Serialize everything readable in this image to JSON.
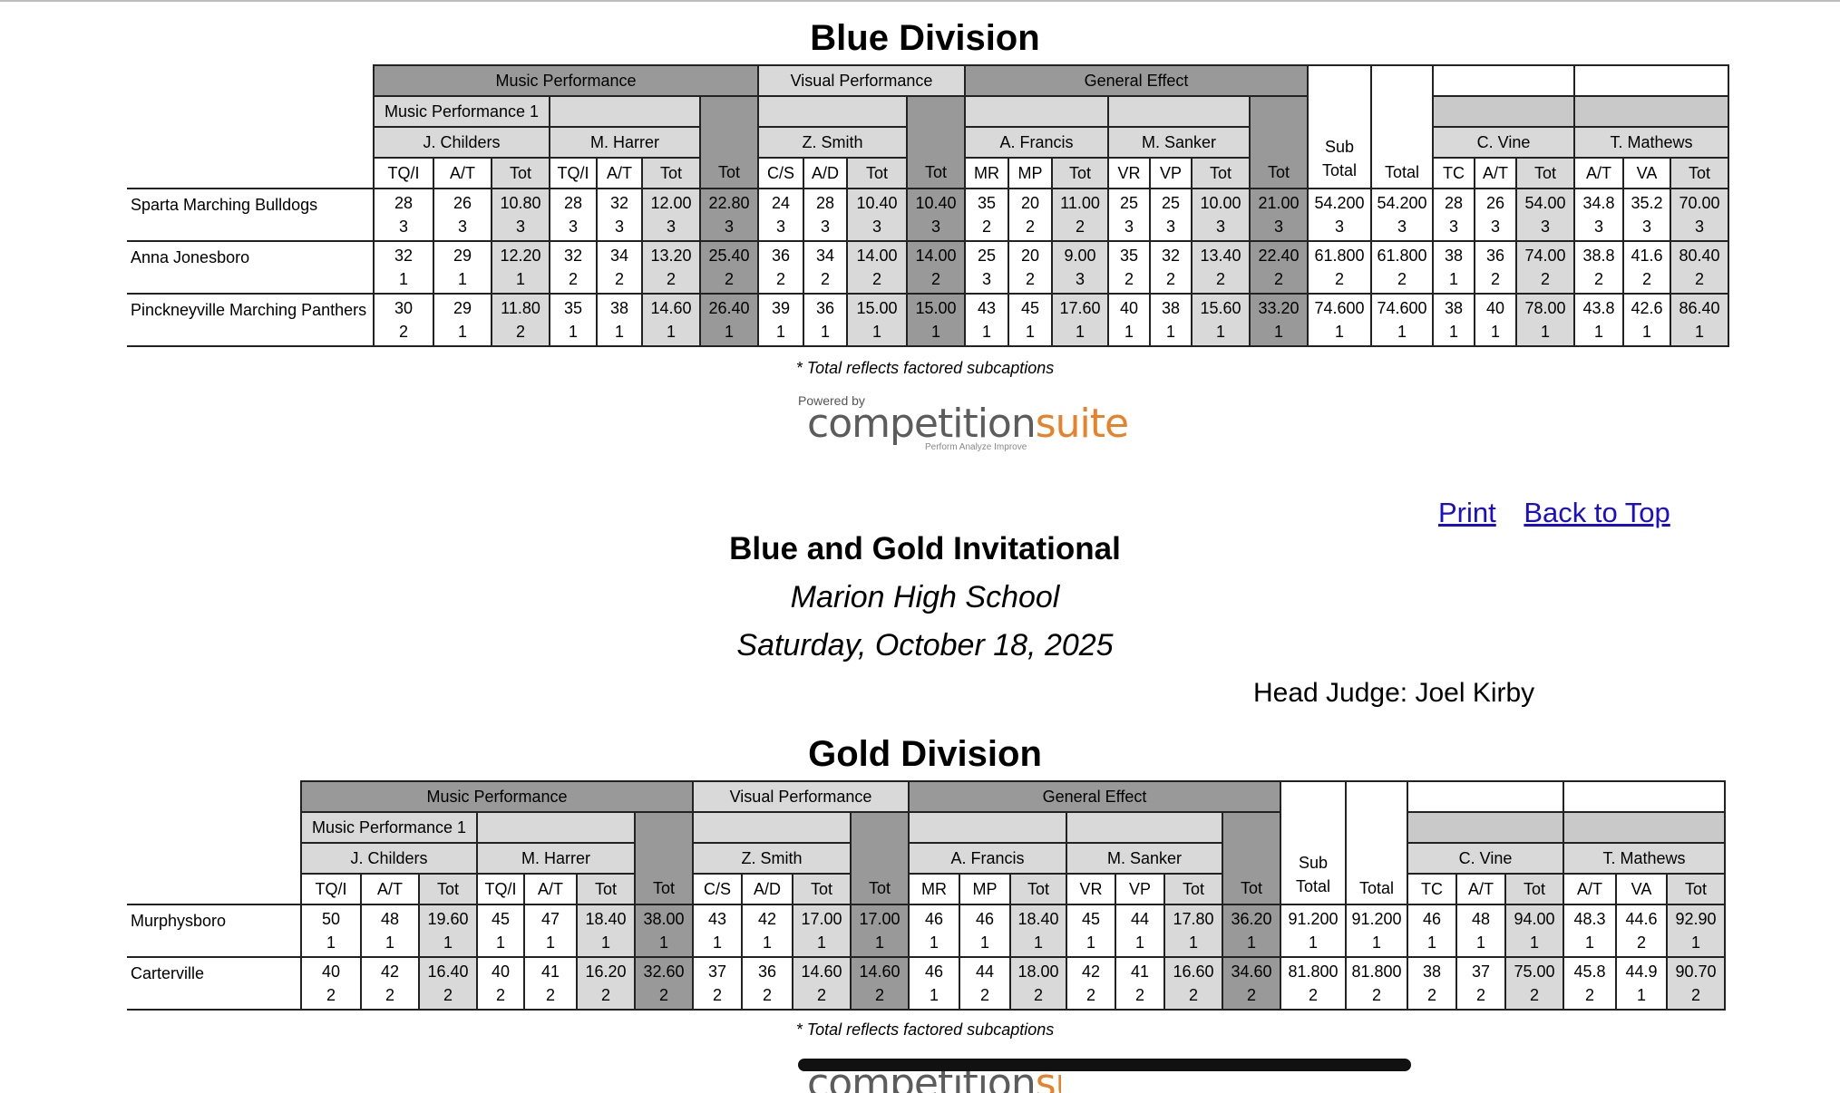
{
  "blue": {
    "title": "Blue Division",
    "hdr": {
      "music": "Music Performance",
      "visual": "Visual Performance",
      "ge": "General Effect",
      "mp1": "Music Performance 1",
      "childers": "J. Childers",
      "harrer": "M. Harrer",
      "smith": "Z. Smith",
      "francis": "A. Francis",
      "sanker": "M. Sanker",
      "vine": "C. Vine",
      "mathews": "T. Mathews",
      "sub_total": "Sub Total",
      "total": "Total",
      "c_tqi1": "TQ/I",
      "c_at1": "A/T",
      "c_tot1": "Tot",
      "c_tqi2": "TQ/I",
      "c_at2": "A/T",
      "c_tot2": "Tot",
      "c_mtot": "Tot",
      "c_cs": "C/S",
      "c_ad": "A/D",
      "c_tot3": "Tot",
      "c_vtot": "Tot",
      "c_mr": "MR",
      "c_mp": "MP",
      "c_tot4": "Tot",
      "c_vr": "VR",
      "c_vp": "VP",
      "c_tot5": "Tot",
      "c_getot": "Tot",
      "c_tc": "TC",
      "c_at3": "A/T",
      "c_tot6": "Tot",
      "c_at4": "A/T",
      "c_va": "VA",
      "c_tot7": "Tot"
    },
    "rows": [
      {
        "name": "Sparta Marching Bulldogs",
        "cells": [
          [
            "28",
            "3"
          ],
          [
            "26",
            "3"
          ],
          [
            "10.80",
            "3"
          ],
          [
            "28",
            "3"
          ],
          [
            "32",
            "3"
          ],
          [
            "12.00",
            "3"
          ],
          [
            "22.80",
            "3"
          ],
          [
            "24",
            "3"
          ],
          [
            "28",
            "3"
          ],
          [
            "10.40",
            "3"
          ],
          [
            "10.40",
            "3"
          ],
          [
            "35",
            "2"
          ],
          [
            "20",
            "2"
          ],
          [
            "11.00",
            "2"
          ],
          [
            "25",
            "3"
          ],
          [
            "25",
            "3"
          ],
          [
            "10.00",
            "3"
          ],
          [
            "21.00",
            "3"
          ],
          [
            "54.200",
            "3"
          ],
          [
            "54.200",
            "3"
          ],
          [
            "28",
            "3"
          ],
          [
            "26",
            "3"
          ],
          [
            "54.00",
            "3"
          ],
          [
            "34.8",
            "3"
          ],
          [
            "35.2",
            "3"
          ],
          [
            "70.00",
            "3"
          ]
        ]
      },
      {
        "name": "Anna Jonesboro",
        "cells": [
          [
            "32",
            "1"
          ],
          [
            "29",
            "1"
          ],
          [
            "12.20",
            "1"
          ],
          [
            "32",
            "2"
          ],
          [
            "34",
            "2"
          ],
          [
            "13.20",
            "2"
          ],
          [
            "25.40",
            "2"
          ],
          [
            "36",
            "2"
          ],
          [
            "34",
            "2"
          ],
          [
            "14.00",
            "2"
          ],
          [
            "14.00",
            "2"
          ],
          [
            "25",
            "3"
          ],
          [
            "20",
            "2"
          ],
          [
            "9.00",
            "3"
          ],
          [
            "35",
            "2"
          ],
          [
            "32",
            "2"
          ],
          [
            "13.40",
            "2"
          ],
          [
            "22.40",
            "2"
          ],
          [
            "61.800",
            "2"
          ],
          [
            "61.800",
            "2"
          ],
          [
            "38",
            "1"
          ],
          [
            "36",
            "2"
          ],
          [
            "74.00",
            "2"
          ],
          [
            "38.8",
            "2"
          ],
          [
            "41.6",
            "2"
          ],
          [
            "80.40",
            "2"
          ]
        ]
      },
      {
        "name": "Pinckneyville Marching Panthers",
        "cells": [
          [
            "30",
            "2"
          ],
          [
            "29",
            "1"
          ],
          [
            "11.80",
            "2"
          ],
          [
            "35",
            "1"
          ],
          [
            "38",
            "1"
          ],
          [
            "14.60",
            "1"
          ],
          [
            "26.40",
            "1"
          ],
          [
            "39",
            "1"
          ],
          [
            "36",
            "1"
          ],
          [
            "15.00",
            "1"
          ],
          [
            "15.00",
            "1"
          ],
          [
            "43",
            "1"
          ],
          [
            "45",
            "1"
          ],
          [
            "17.60",
            "1"
          ],
          [
            "40",
            "1"
          ],
          [
            "38",
            "1"
          ],
          [
            "15.60",
            "1"
          ],
          [
            "33.20",
            "1"
          ],
          [
            "74.600",
            "1"
          ],
          [
            "74.600",
            "1"
          ],
          [
            "38",
            "1"
          ],
          [
            "40",
            "1"
          ],
          [
            "78.00",
            "1"
          ],
          [
            "43.8",
            "1"
          ],
          [
            "42.6",
            "1"
          ],
          [
            "86.40",
            "1"
          ]
        ]
      }
    ],
    "note": "* Total reflects factored subcaptions"
  },
  "logo": {
    "powered_by": "Powered by",
    "word1": "competition",
    "word2": "suite",
    "tagline": "Perform Analyze Improve",
    "brand_color": "#e8822a"
  },
  "links": {
    "print": "Print",
    "back_to_top": "Back to Top",
    "link_color": "#1a0dcc"
  },
  "event": {
    "title": "Blue and Gold Invitational",
    "venue": "Marion High School",
    "date": "Saturday, October 18, 2025",
    "head_judge": "Head Judge: Joel Kirby"
  },
  "gold": {
    "title": "Gold Division",
    "hdr": {
      "music": "Music Performance",
      "visual": "Visual Performance",
      "ge": "General Effect",
      "mp1": "Music Performance 1",
      "childers": "J. Childers",
      "harrer": "M. Harrer",
      "smith": "Z. Smith",
      "francis": "A. Francis",
      "sanker": "M. Sanker",
      "vine": "C. Vine",
      "mathews": "T. Mathews",
      "sub_total": "Sub Total",
      "total": "Total",
      "c_tqi1": "TQ/I",
      "c_at1": "A/T",
      "c_tot1": "Tot",
      "c_tqi2": "TQ/I",
      "c_at2": "A/T",
      "c_tot2": "Tot",
      "c_mtot": "Tot",
      "c_cs": "C/S",
      "c_ad": "A/D",
      "c_tot3": "Tot",
      "c_vtot": "Tot",
      "c_mr": "MR",
      "c_mp": "MP",
      "c_tot4": "Tot",
      "c_vr": "VR",
      "c_vp": "VP",
      "c_tot5": "Tot",
      "c_getot": "Tot",
      "c_tc": "TC",
      "c_at3": "A/T",
      "c_tot6": "Tot",
      "c_at4": "A/T",
      "c_va": "VA",
      "c_tot7": "Tot"
    },
    "rows": [
      {
        "name": "Murphysboro",
        "cells": [
          [
            "50",
            "1"
          ],
          [
            "48",
            "1"
          ],
          [
            "19.60",
            "1"
          ],
          [
            "45",
            "1"
          ],
          [
            "47",
            "1"
          ],
          [
            "18.40",
            "1"
          ],
          [
            "38.00",
            "1"
          ],
          [
            "43",
            "1"
          ],
          [
            "42",
            "1"
          ],
          [
            "17.00",
            "1"
          ],
          [
            "17.00",
            "1"
          ],
          [
            "46",
            "1"
          ],
          [
            "46",
            "1"
          ],
          [
            "18.40",
            "1"
          ],
          [
            "45",
            "1"
          ],
          [
            "44",
            "1"
          ],
          [
            "17.80",
            "1"
          ],
          [
            "36.20",
            "1"
          ],
          [
            "91.200",
            "1"
          ],
          [
            "91.200",
            "1"
          ],
          [
            "46",
            "1"
          ],
          [
            "48",
            "1"
          ],
          [
            "94.00",
            "1"
          ],
          [
            "48.3",
            "1"
          ],
          [
            "44.6",
            "2"
          ],
          [
            "92.90",
            "1"
          ]
        ]
      },
      {
        "name": "Carterville",
        "cells": [
          [
            "40",
            "2"
          ],
          [
            "42",
            "2"
          ],
          [
            "16.40",
            "2"
          ],
          [
            "40",
            "2"
          ],
          [
            "41",
            "2"
          ],
          [
            "16.20",
            "2"
          ],
          [
            "32.60",
            "2"
          ],
          [
            "37",
            "2"
          ],
          [
            "36",
            "2"
          ],
          [
            "14.60",
            "2"
          ],
          [
            "14.60",
            "2"
          ],
          [
            "46",
            "1"
          ],
          [
            "44",
            "2"
          ],
          [
            "18.00",
            "2"
          ],
          [
            "42",
            "2"
          ],
          [
            "41",
            "2"
          ],
          [
            "16.60",
            "2"
          ],
          [
            "34.60",
            "2"
          ],
          [
            "81.800",
            "2"
          ],
          [
            "81.800",
            "2"
          ],
          [
            "38",
            "2"
          ],
          [
            "37",
            "2"
          ],
          [
            "75.00",
            "2"
          ],
          [
            "45.8",
            "2"
          ],
          [
            "44.9",
            "1"
          ],
          [
            "90.70",
            "2"
          ]
        ]
      }
    ],
    "note": "* Total reflects factored subcaptions"
  },
  "logo_bottom": {
    "word1": "competition",
    "word2": "suite"
  }
}
